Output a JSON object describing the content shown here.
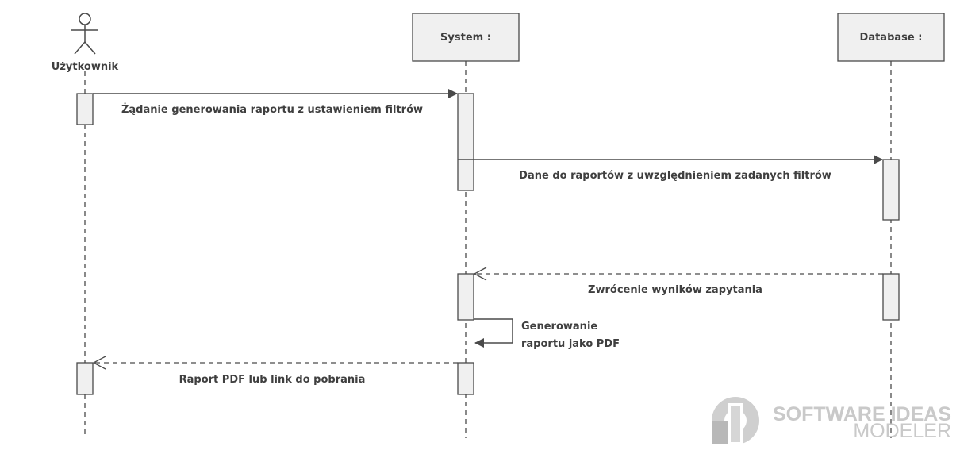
{
  "diagram": {
    "type": "uml-sequence",
    "participants": [
      {
        "id": "user",
        "kind": "actor",
        "label": "Użytkownik"
      },
      {
        "id": "system",
        "kind": "object",
        "label": "System :"
      },
      {
        "id": "database",
        "kind": "object",
        "label": "Database :"
      }
    ],
    "messages": [
      {
        "from": "user",
        "to": "system",
        "style": "sync",
        "label": "Żądanie generowania raportu z ustawieniem filtrów"
      },
      {
        "from": "system",
        "to": "database",
        "style": "sync",
        "label": "Dane do raportów z uwzględnieniem zadanych filtrów"
      },
      {
        "from": "database",
        "to": "system",
        "style": "return",
        "label": "Zwrócenie wyników zapytania"
      },
      {
        "from": "system",
        "to": "system",
        "style": "self",
        "label_lines": [
          "Generowanie",
          "raportu jako PDF"
        ]
      },
      {
        "from": "system",
        "to": "user",
        "style": "return",
        "label": "Raport PDF lub link do pobrania"
      }
    ]
  },
  "watermark": {
    "line1": "SOFTWARE IDEAS",
    "line2": "MODELER"
  },
  "colors": {
    "line": "#4a4a4a",
    "box_fill": "#f0f0f0",
    "text": "#3f3f3f",
    "watermark": "#c9c9c9"
  }
}
